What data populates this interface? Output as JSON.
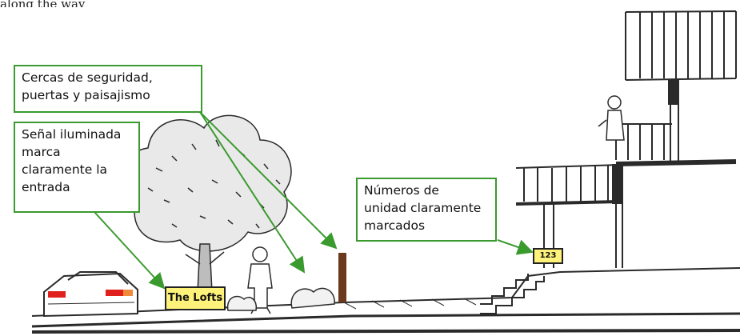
{
  "top_fragment": "along the way",
  "callouts": {
    "fences": "Cercas de seguridad,\npuertas y paisajismo",
    "sign": "Señal iluminada\nmarca\nclaramente la\nentrada",
    "numbers": "Números de\nunidad claramente\nmarcados"
  },
  "signs": {
    "lofts": "The Lofts",
    "unit_number": "123"
  },
  "colors": {
    "callout_border": "#3a9a2e",
    "arrow": "#3a9a2e",
    "sign_fill": "#fff27a",
    "post": "#6b3a1e",
    "car_light": "#e0201c",
    "ink": "#2a2a2a"
  }
}
